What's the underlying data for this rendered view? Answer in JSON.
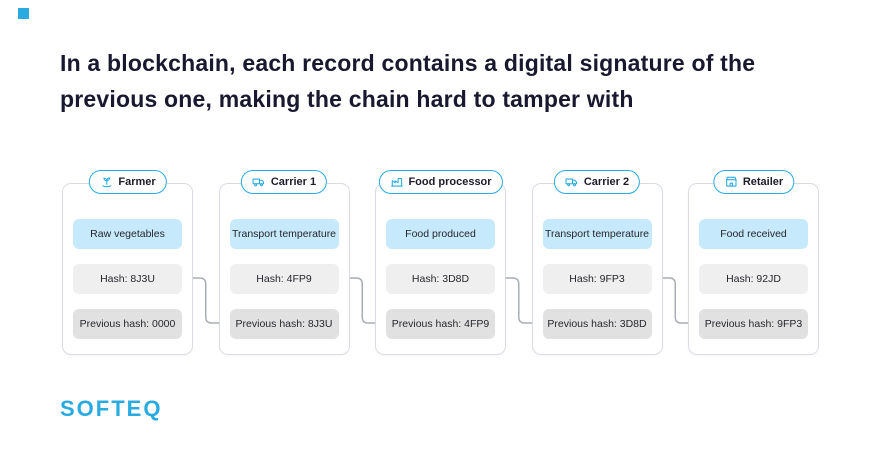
{
  "colors": {
    "accent": "#29abe2",
    "item_bg": "#c6eafb",
    "hash_bg": "#efefef",
    "prev_bg": "#e1e1e1"
  },
  "title": "In a blockchain, each record contains a digital signature of the previous one, making the chain hard to tamper with",
  "logo": "SOFTEQ",
  "cards": [
    {
      "label": "Farmer",
      "icon": "sprout-hand-icon",
      "item": "Raw vegetables",
      "hash": "Hash: 8J3U",
      "prev": "Previous hash: 0000"
    },
    {
      "label": "Carrier 1",
      "icon": "truck-icon",
      "item": "Transport temperature",
      "hash": "Hash: 4FP9",
      "prev": "Previous hash: 8J3U"
    },
    {
      "label": "Food processor",
      "icon": "factory-icon",
      "item": "Food produced",
      "hash": "Hash: 3D8D",
      "prev": "Previous hash: 4FP9"
    },
    {
      "label": "Carrier 2",
      "icon": "truck-icon",
      "item": "Transport temperature",
      "hash": "Hash: 9FP3",
      "prev": "Previous hash: 3D8D"
    },
    {
      "label": "Retailer",
      "icon": "store-icon",
      "item": "Food received",
      "hash": "Hash: 92JD",
      "prev": "Previous hash: 9FP3"
    }
  ]
}
